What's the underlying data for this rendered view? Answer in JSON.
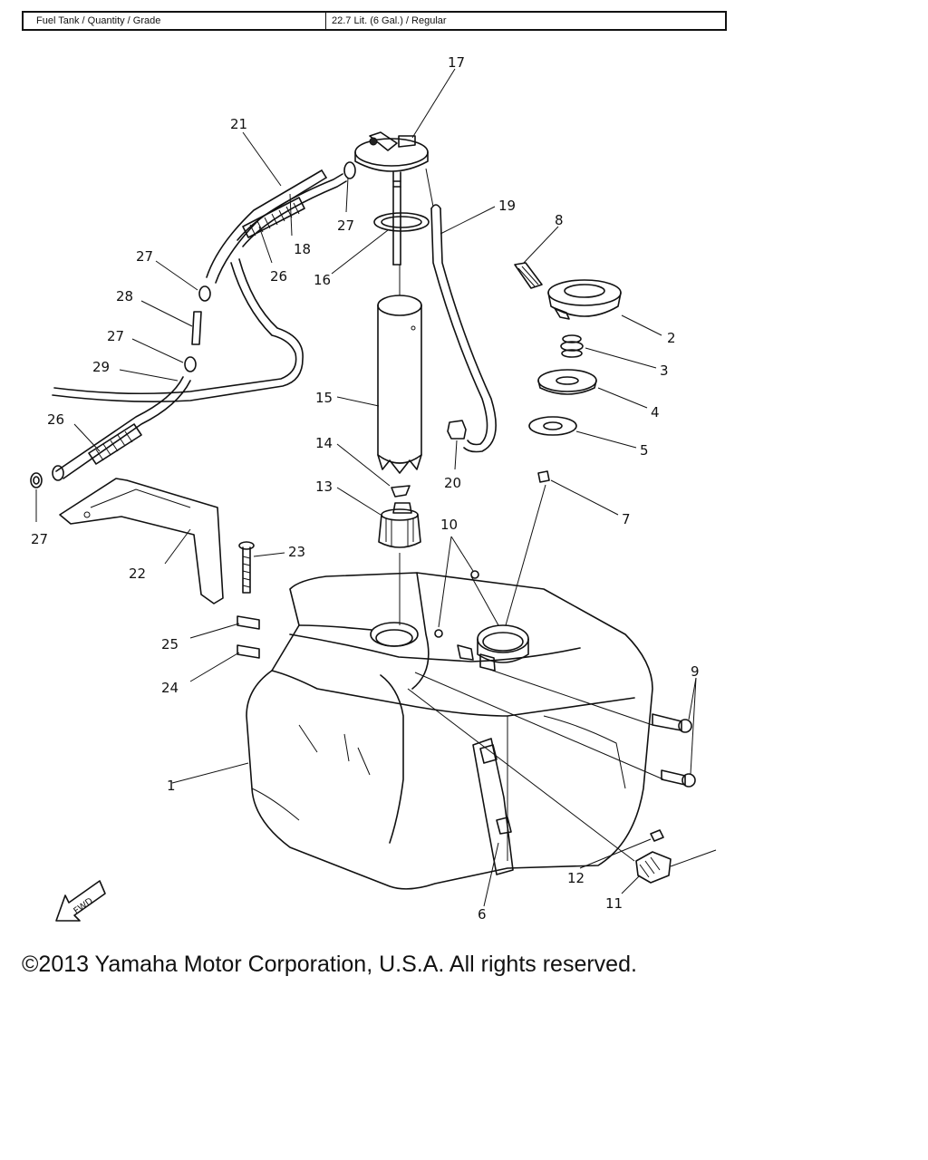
{
  "spec_table": {
    "item": "Fuel Tank / Quantity / Grade",
    "value": "22.7 Lit. (6 Gal.) / Regular"
  },
  "diagram": {
    "fwd_label": "FWD",
    "callouts": [
      "1",
      "2",
      "3",
      "4",
      "5",
      "6",
      "7",
      "8",
      "9",
      "10",
      "11",
      "12",
      "13",
      "14",
      "15",
      "16",
      "17",
      "18",
      "19",
      "20",
      "21",
      "22",
      "23",
      "24",
      "25",
      "26",
      "27",
      "28",
      "29"
    ]
  },
  "footer": {
    "copyright": "©2013 Yamaha Motor Corporation, U.S.A. All rights reserved."
  }
}
